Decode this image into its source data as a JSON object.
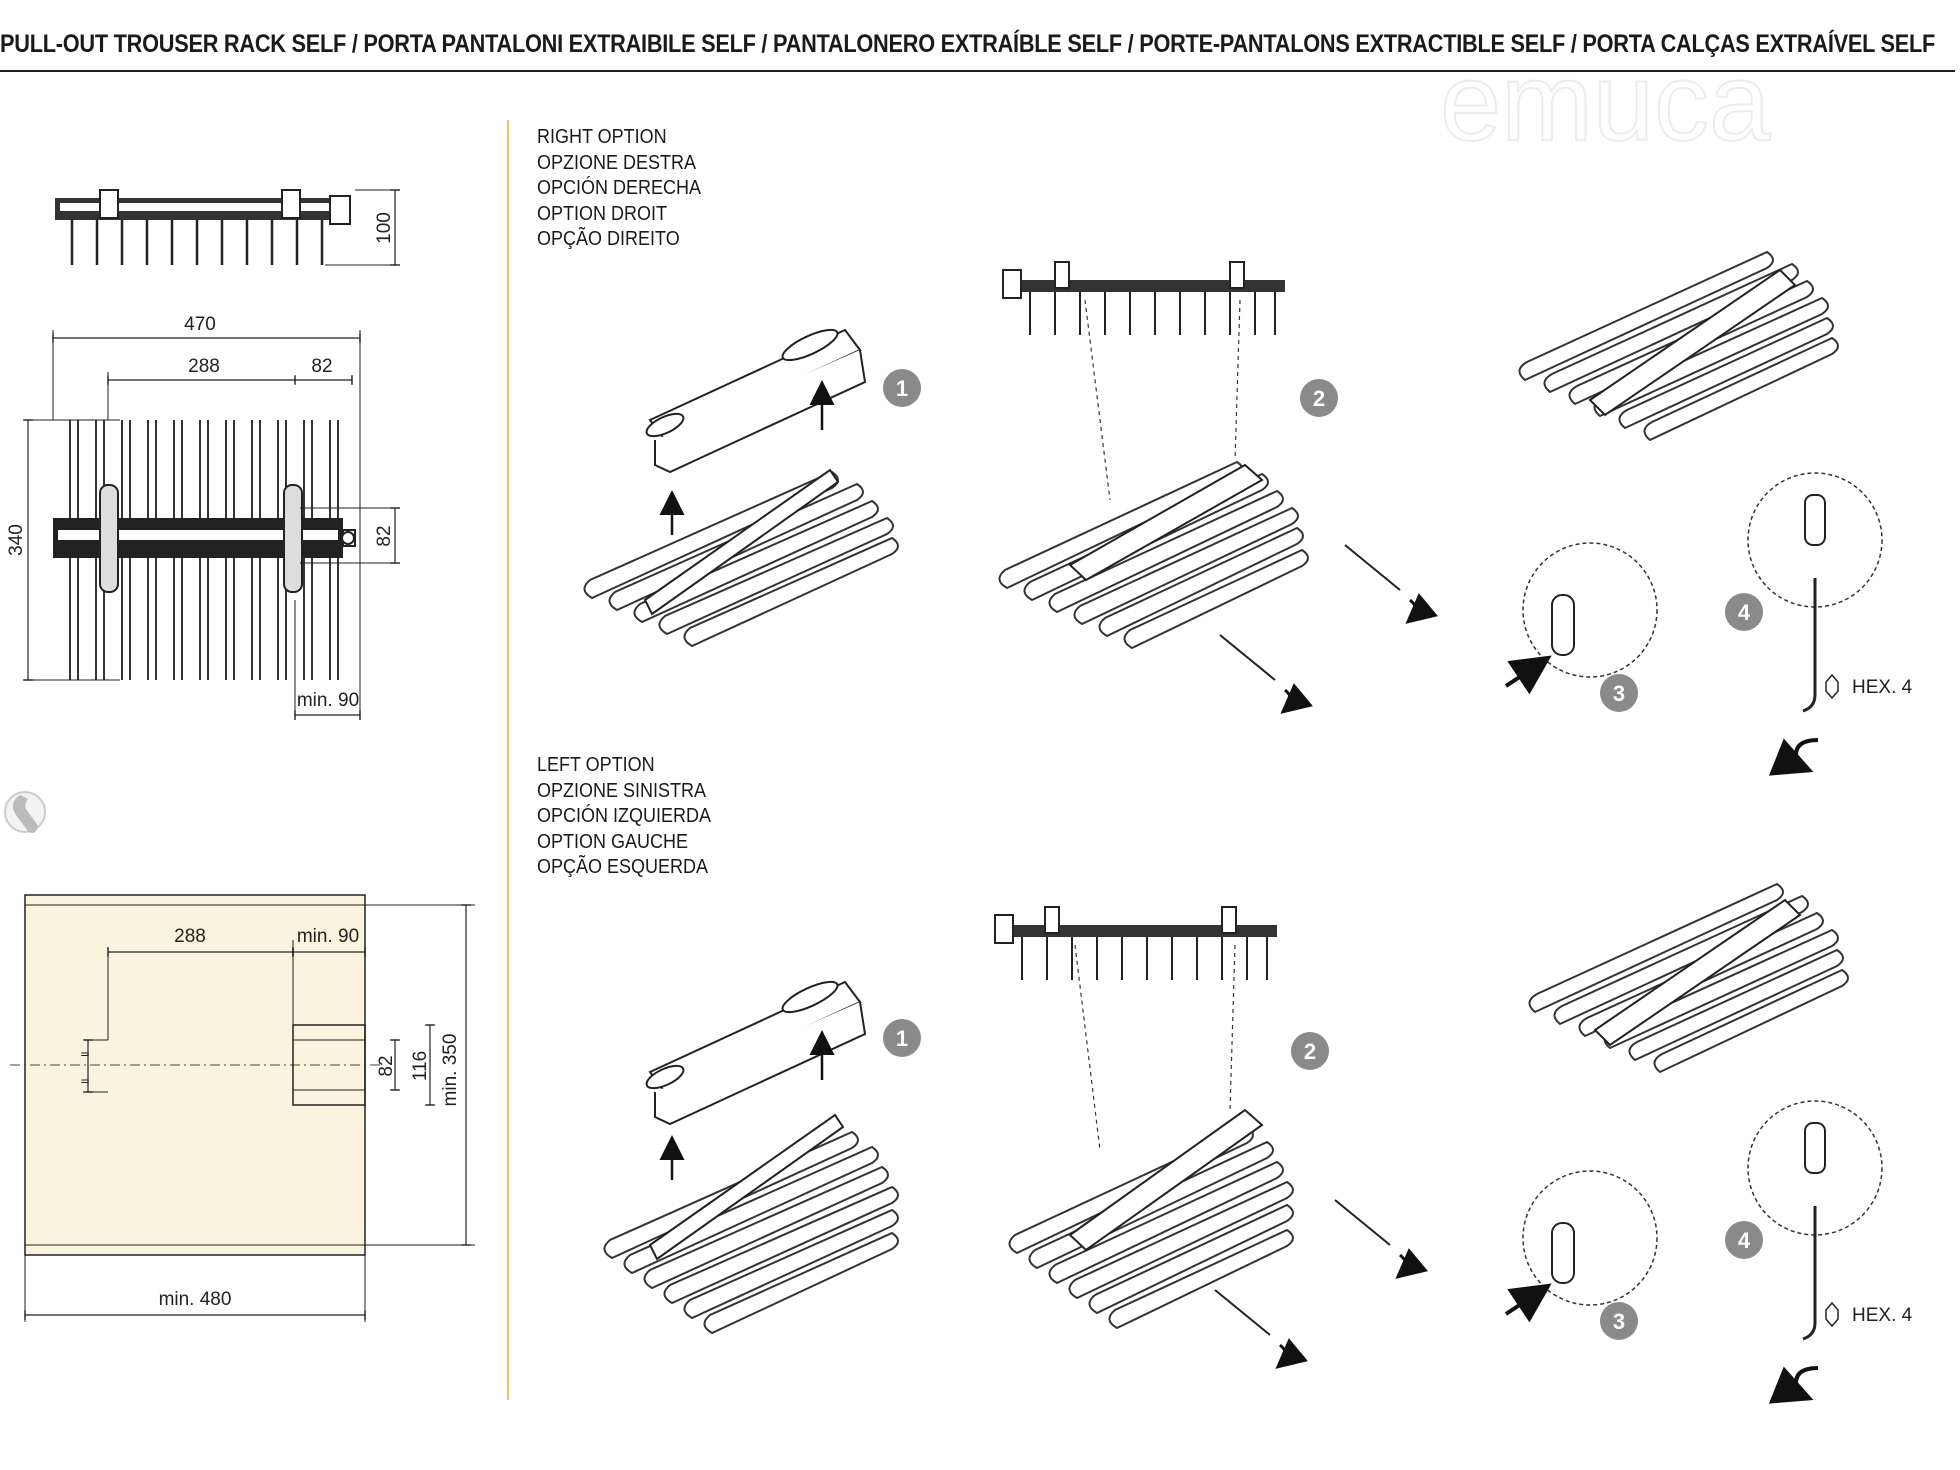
{
  "header": {
    "title": "PULL-OUT TROUSER RACK SELF / PORTA PANTALONI EXTRAIBILE SELF / PANTALONERO EXTRAÍBLE SELF / PORTE-PANTALONS EXTRACTIBLE SELF / PORTA CALÇAS EXTRAÍVEL SELF",
    "watermark": "emuca"
  },
  "product_drawing": {
    "dims": {
      "height": "100",
      "width": "470",
      "spacing": "288",
      "offset": "82",
      "depth": "340",
      "rail": "82",
      "min_side": "min. 90"
    }
  },
  "cabinet_drawing": {
    "dims": {
      "spacing": "288",
      "min_side": "min. 90",
      "hole": "82",
      "hole_outer": "116",
      "min_height": "min. 350",
      "min_width": "min. 480"
    }
  },
  "right_option": {
    "labels": [
      "RIGHT OPTION",
      "OPZIONE DESTRA",
      "OPCIÓN DERECHA",
      "OPTION DROIT",
      "OPÇÃO DIREITO"
    ],
    "steps": [
      "1",
      "2",
      "3",
      "4"
    ],
    "tool": "HEX. 4"
  },
  "left_option": {
    "labels": [
      "LEFT OPTION",
      "OPZIONE SINISTRA",
      "OPCIÓN IZQUIERDA",
      "OPTION GAUCHE",
      "OPÇÃO ESQUERDA"
    ],
    "steps": [
      "1",
      "2",
      "3",
      "4"
    ],
    "tool": "HEX. 4"
  },
  "colors": {
    "divider": "#e8c66a",
    "panel": "#fbf3dd",
    "step_badge": "#8a8a8a"
  },
  "icons": [
    "wrench-icon",
    "hex-key-icon",
    "rotate-arrow-icon"
  ]
}
